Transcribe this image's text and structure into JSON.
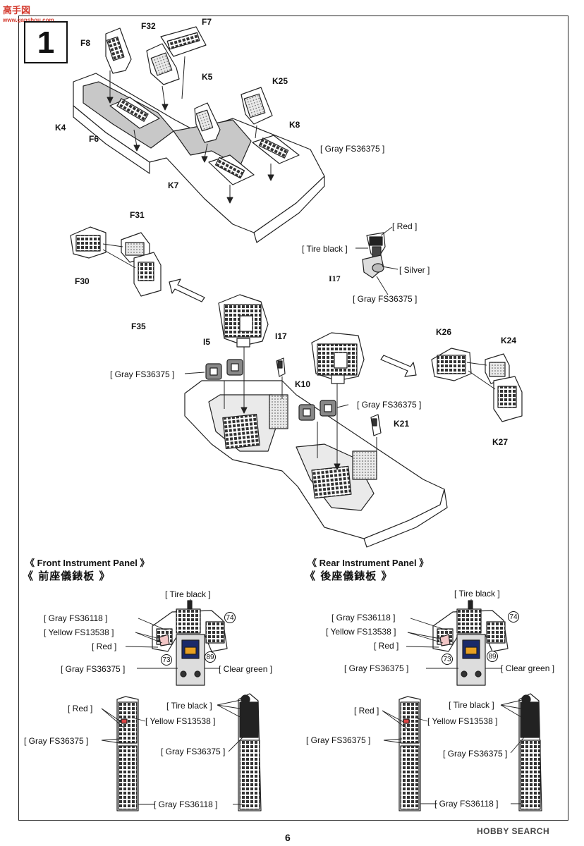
{
  "step": {
    "number": "1"
  },
  "page_number": "6",
  "watermark": {
    "top": "高手図",
    "url": "www.ganshou.com",
    "bottom": "HOBBY SEARCH"
  },
  "parts": {
    "F8": "F8",
    "F32": "F32",
    "F7": "F7",
    "K5": "K5",
    "K25": "K25",
    "K4": "K4",
    "F6": "F6",
    "K8": "K8",
    "K7": "K7",
    "F31": "F31",
    "F30": "F30",
    "F35": "F35",
    "I17a": "I17",
    "I5": "I5",
    "I17b": "I17",
    "K10": "K10",
    "K21": "K21",
    "K26": "K26",
    "K24": "K24",
    "K27": "K27"
  },
  "paints": {
    "gray36375_top": "[ Gray FS36375 ]",
    "red_stick": "[ Red ]",
    "tire_stick": "[ Tire black ]",
    "silver_stick": "[ Silver ]",
    "gray_stick": "[ Gray FS36375 ]",
    "gray_left": "[ Gray FS36375 ]",
    "gray_right": "[ Gray FS36375 ]",
    "front": {
      "tire": "[ Tire black ]",
      "gray118": "[ Gray FS36118 ]",
      "yellow": "[ Yellow FS13538 ]",
      "red": "[ Red ]",
      "gray375": "[ Gray FS36375 ]",
      "clear": "[ Clear green ]",
      "c_red": "[ Red ]",
      "c_yellow": "[ Yellow FS13538 ]",
      "c_gray375": "[ Gray FS36375 ]",
      "c_tire": "[ Tire black ]",
      "c_gray375b": "[ Gray FS36375 ]",
      "c_gray118": "[ Gray FS36118 ]"
    },
    "rear": {
      "tire": "[ Tire black ]",
      "gray118": "[ Gray FS36118 ]",
      "yellow": "[ Yellow FS13538 ]",
      "red": "[ Red ]",
      "gray375": "[ Gray FS36375 ]",
      "clear": "[ Clear green ]",
      "c_red": "[ Red ]",
      "c_yellow": "[ Yellow FS13538 ]",
      "c_gray375": "[ Gray FS36375 ]",
      "c_tire": "[ Tire black ]",
      "c_gray375b": "[ Gray FS36375 ]",
      "c_gray118": "[ Gray FS36118 ]"
    }
  },
  "decals": {
    "front": {
      "d74": "74",
      "d73": "73",
      "d89": "89"
    },
    "rear": {
      "d74": "74",
      "d73": "73",
      "d89": "89"
    }
  },
  "sections": {
    "front_en": "《  Front Instrument Panel  》",
    "front_zh": "《  前座儀錶板  》",
    "rear_en": "《  Rear Instrument Panel  》",
    "rear_zh": "《  後座儀錶板  》"
  }
}
